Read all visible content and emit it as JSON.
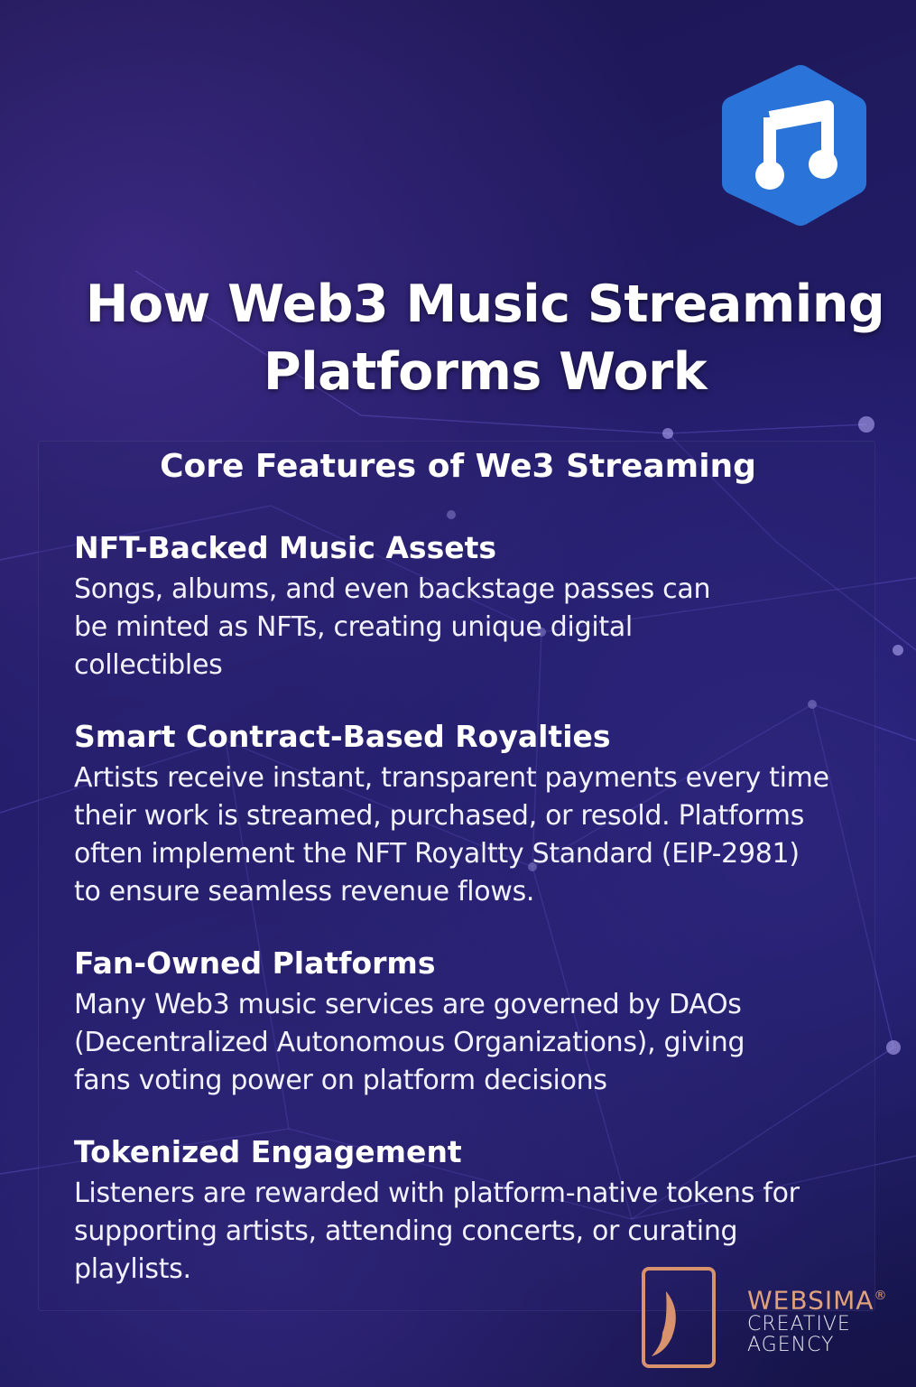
{
  "title_line1": "How Web3 Music Streaming",
  "title_line2": "Platforms Work",
  "subtitle": "Core Features of We3 Streaming",
  "sections": [
    {
      "heading": "NFT-Backed Music Assets",
      "body": "Songs, albums, and even backstage passes can be minted as NFTs, creating unique digital collectibles"
    },
    {
      "heading": "Smart Contract-Based Royalties",
      "body": "Artists receive instant, transparent payments every time their work is streamed, purchased, or resold. Platforms often implement the NFT Royaltty Standard (EIP-2981) to ensure seamless revenue flows."
    },
    {
      "heading": "Fan-Owned Platforms",
      "body": "Many Web3 music services are governed by DAOs (Decentralized Autonomous Organizations), giving fans voting power on platform decisions"
    },
    {
      "heading": "Tokenized Engagement",
      "body": "Listeners are rewarded with platform-native tokens for supporting artists, attending concerts, or curating playlists."
    }
  ],
  "brand": {
    "name": "WEBSIMA",
    "mark": "®",
    "line2": "CREATIVE",
    "line3": "AGENCY"
  },
  "colors": {
    "icon_blue": "#2a73d9",
    "brand_copper": "#e0a27c"
  }
}
